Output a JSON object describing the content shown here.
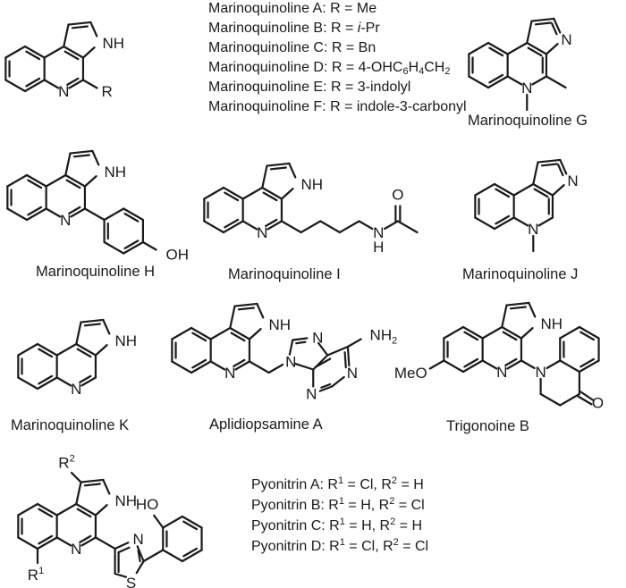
{
  "figure": {
    "scaffold_labels": {
      "nh": "NH",
      "n": "N",
      "r": "R",
      "oh": "OH",
      "ho": "HO",
      "o": "O",
      "h": "H",
      "meo": "MeO",
      "s": "S",
      "nh2_main": "NH",
      "nh2_sub": "2",
      "r1_main": "R",
      "r1_sup": "1",
      "r2_main": "R",
      "r2_sup": "2"
    },
    "marinoquinoline_list": [
      {
        "name": "Marinoquinoline A:",
        "r": "R = Me"
      },
      {
        "name": "Marinoquinoline B:",
        "r_pre": "R = ",
        "r_italic": "i",
        "r_post": "-Pr"
      },
      {
        "name": "Marinoquinoline C:",
        "r": "R = Bn"
      },
      {
        "name": "Marinoquinoline D:",
        "r_pre": "R = 4-OHC",
        "s1": "6",
        "m1": "H",
        "s2": "4",
        "m2": "CH",
        "s3": "2"
      },
      {
        "name": "Marinoquinoline E:",
        "r": "R = 3-indolyl"
      },
      {
        "name": "Marinoquinoline F:",
        "r": "R = indole-3-carbonyl"
      }
    ],
    "compounds": {
      "g": "Marinoquinoline G",
      "h": "Marinoquinoline H",
      "i": "Marinoquinoline I",
      "j": "Marinoquinoline J",
      "k": "Marinoquinoline K",
      "aplidiopsamine": "Aplidiopsamine A",
      "trigonoine": "Trigonoine B"
    },
    "pyonitrin_list": [
      {
        "name": "Pyonitrin A:",
        "r1": "Cl",
        "r2": "H"
      },
      {
        "name": "Pyonitrin B:",
        "r1": "H",
        "r2": "Cl"
      },
      {
        "name": "Pyonitrin C:",
        "r1": "H",
        "r2": "H"
      },
      {
        "name": "Pyonitrin D:",
        "r1": "Cl",
        "r2": "Cl"
      }
    ],
    "pyonitrin_tokens": {
      "r": "R",
      "one": "1",
      "two": "2",
      "eq": " = ",
      "comma": ", "
    }
  }
}
